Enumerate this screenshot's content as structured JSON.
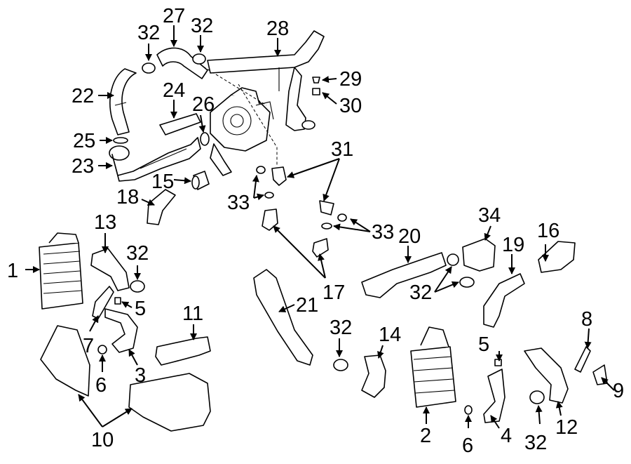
{
  "diagram": {
    "callouts": {
      "c1": "1",
      "c2": "2",
      "c3": "3",
      "c4": "4",
      "c5a": "5",
      "c5b": "5",
      "c6a": "6",
      "c6b": "6",
      "c7": "7",
      "c8": "8",
      "c9": "9",
      "c10": "10",
      "c11": "11",
      "c12": "12",
      "c13": "13",
      "c14": "14",
      "c15": "15",
      "c16": "16",
      "c17": "17",
      "c18": "18",
      "c19": "19",
      "c20": "20",
      "c21": "21",
      "c22": "22",
      "c23": "23",
      "c24": "24",
      "c25": "25",
      "c26": "26",
      "c27": "27",
      "c28": "28",
      "c29": "29",
      "c30": "30",
      "c31": "31",
      "c32a": "32",
      "c32b": "32",
      "c32c": "32",
      "c32d": "32",
      "c32e": "32",
      "c32f": "32",
      "c33a": "33",
      "c33b": "33",
      "c34": "34"
    }
  }
}
